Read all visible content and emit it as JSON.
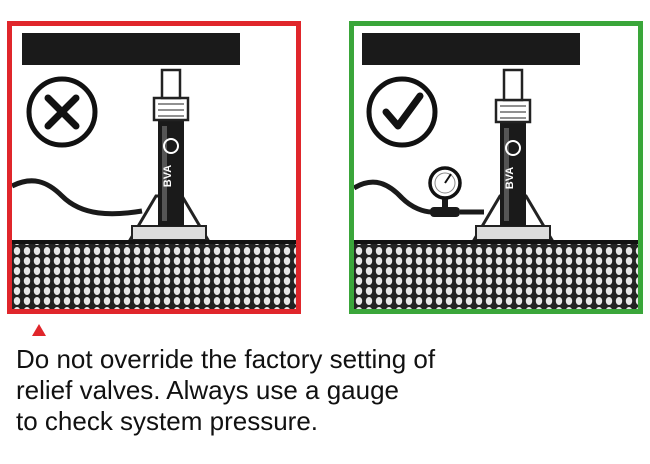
{
  "colors": {
    "wrong": "#e0262b",
    "right": "#3aa63a",
    "ink": "#111111"
  },
  "panels": [
    {
      "id": "wrong",
      "mark": "x-icon",
      "brand": "BVA",
      "gauge": false
    },
    {
      "id": "right",
      "mark": "check-icon",
      "brand": "BVA",
      "gauge": true
    }
  ],
  "warning": {
    "icon": "warning-triangle-icon"
  },
  "caption": {
    "line1": "Do not override the factory setting of",
    "line2": "relief valves. Always use a gauge",
    "line3": "to check system pressure."
  }
}
